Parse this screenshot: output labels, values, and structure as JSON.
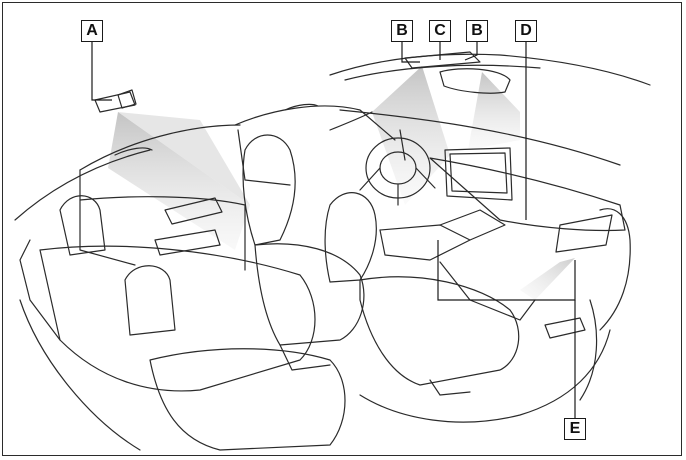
{
  "callouts": {
    "a": "A",
    "b1": "B",
    "c": "C",
    "b2": "B",
    "d": "D",
    "e": "E"
  },
  "colors": {
    "line": "#2b2b2b",
    "light_beam": "#cfcfcf",
    "background": "#ffffff"
  }
}
